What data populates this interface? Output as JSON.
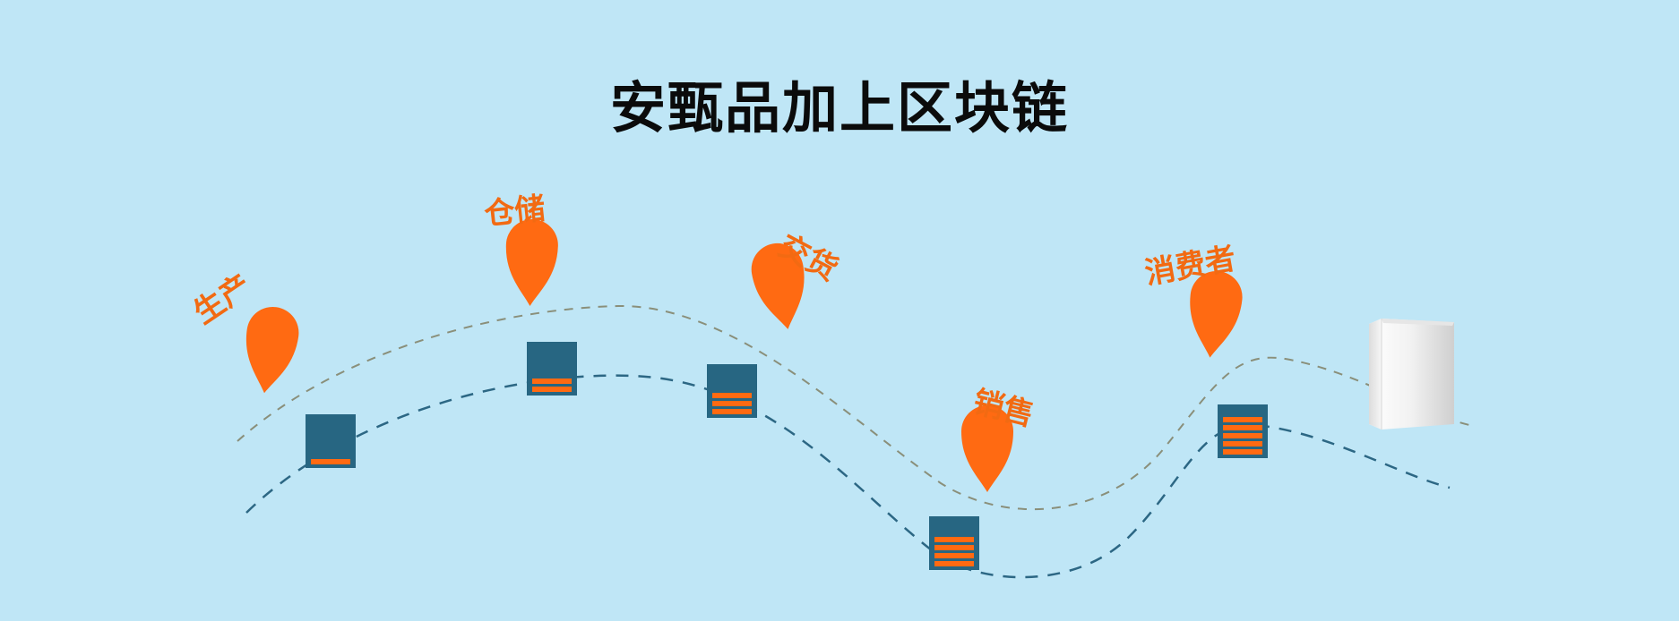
{
  "title": "安甄品加上区块链",
  "colors": {
    "background": "#bfe6f6",
    "pin": "#ff6a12",
    "label": "#f26a12",
    "block": "#276682",
    "block_bar": "#ff6a12",
    "path_upper": "#8a8f7a",
    "path_lower": "#2c6784"
  },
  "steps": [
    {
      "label": "生产",
      "icon": "map-pin-icon"
    },
    {
      "label": "仓储",
      "icon": "map-pin-icon"
    },
    {
      "label": "交货",
      "icon": "map-pin-icon"
    },
    {
      "label": "销售",
      "icon": "map-pin-icon"
    },
    {
      "label": "消费者",
      "icon": "map-pin-icon"
    }
  ],
  "blocks": [
    {
      "bars": 1
    },
    {
      "bars": 2
    },
    {
      "bars": 3
    },
    {
      "bars": 4
    },
    {
      "bars": 5
    }
  ],
  "product_icon": "product-box-icon"
}
